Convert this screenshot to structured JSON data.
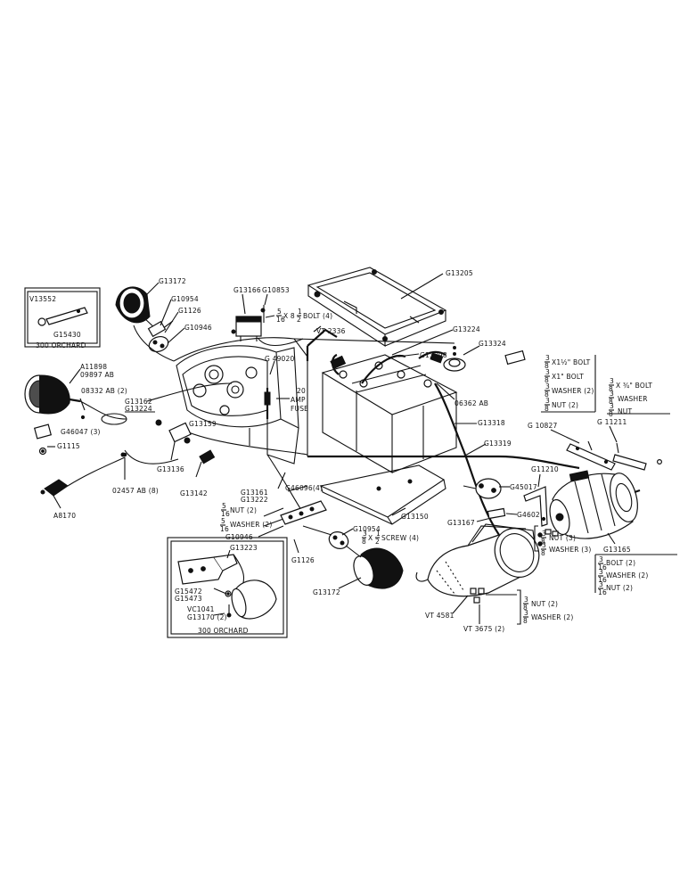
{
  "callouts": {
    "G13205": "G13205",
    "G13224_top": "G13224",
    "G13324": "G13324",
    "G13098": "G13098",
    "O6362AB": "06362 AB",
    "G13318": "G13318",
    "G13319": "G13319",
    "G13172_top": "G13172",
    "G10954_top": "G10954",
    "G1126_top": "G1126",
    "G10946_top": "G10946",
    "G13166": "G13166",
    "G10853": "G10853",
    "VT2336": "VT 2336",
    "G49020": "G 49020",
    "fuse1": "20",
    "fuse2": "AMP",
    "fuse3": "FUSE",
    "A11898": "A11898",
    "O9897AB": "09897 AB",
    "O8332AB": "08332 AB (2)",
    "G13162": "G13162",
    "G13224_left": "G13224",
    "G13159": "G13159",
    "G46047": "G46047 (3)",
    "G1115": "G1115",
    "G13136": "G13136",
    "G13142": "G13142",
    "O2457AB": "02457 AB (8)",
    "A8170": "A8170",
    "G13161": "G13161",
    "G13222": "G13222",
    "G46096": "G46096(4)",
    "nut2": "NUT (2)",
    "washer2": "WASHER (2)",
    "G10946_mid": "G10946",
    "G10954_mid": "G10954",
    "screw4": "SCREW (4)",
    "G1126_mid": "G1126",
    "G13172_mid": "G13172",
    "G13150": "G13150",
    "G13167": "G13167",
    "G45017": "G45017",
    "G46027": "G46027",
    "G11210": "G11210",
    "G10827": "G 10827",
    "G11211": "G 11211",
    "G13165": "G13165",
    "VT4581": "VT 4581",
    "VT3675": "VT 3675 (2)",
    "nut2b": "NUT (2)",
    "washer2b": "WASHER (2)",
    "nut3": "NUT (3)",
    "washer3": "WASHER (3)",
    "bolt2": "BOLT (2)",
    "washer2c": "WASHER (2)",
    "nut2c": "NUT (2)",
    "bolt_a": "X1½\" BOLT",
    "bolt_b": "X1\" BOLT",
    "washer2d": "WASHER (2)",
    "nut2d": "NUT (2)",
    "bolt_c": "X ¾\" BOLT",
    "washer_e": "WASHER",
    "nut_e": "NUT",
    "bolt4": "BOLT (4)"
  },
  "inset_top": {
    "title": "300 ORCHARD",
    "part1": "V13552",
    "part2": "G15430"
  },
  "inset_bottom": {
    "title": "300 ORCHARD",
    "part1": "G13223",
    "part2": "G15472",
    "part3": "G15473",
    "part4": "VC1041",
    "part5": "G13170 (2)"
  }
}
